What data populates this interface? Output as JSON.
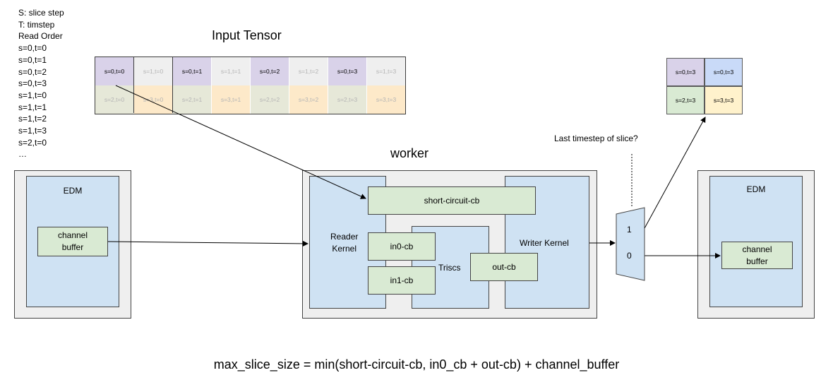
{
  "legend": {
    "lines": [
      "S: slice step",
      "T: timstep",
      "Read Order",
      "s=0,t=0",
      "s=0,t=1",
      "s=0,t=2",
      "s=0,t=3",
      "s=1,t=0",
      "s=1,t=1",
      "s=1,t=2",
      "s=1,t=3",
      "s=2,t=0",
      "…"
    ]
  },
  "input_tensor": {
    "title": "Input Tensor",
    "row1": [
      "s=0,t=0",
      "s=1,t=0",
      "s=0,t=1",
      "s=1,t=1",
      "s=0,t=2",
      "s=1,t=2",
      "s=0,t=3",
      "s=1,t=3"
    ],
    "row2": [
      "s=2,t=0",
      "s=3,t=0",
      "s=2,t=1",
      "s=3,t=1",
      "s=2,t=2",
      "s=3,t=2",
      "s=2,t=3",
      "s=3,t=3"
    ]
  },
  "output_tensor": {
    "cells": [
      "s=0,t=3",
      "s=0,t=3",
      "s=2,t=3",
      "s=3,t=3"
    ]
  },
  "colors": {
    "purple": "#d9d2e9",
    "gray": "#efefef",
    "olive": "#e6e8d8",
    "peach": "#fde9c9",
    "blue": "#cfe2f3",
    "green": "#d9ead3",
    "yellow": "#fff2cc"
  },
  "edm_left": {
    "title": "EDM",
    "buffer": "channel\nbuffer"
  },
  "worker": {
    "title": "worker",
    "short_circuit": "short-circuit-cb",
    "reader": "Reader\nKernel",
    "in0": "in0-cb",
    "in1": "in1-cb",
    "triscs": "Triscs",
    "out": "out-cb",
    "writer": "Writer Kernel"
  },
  "mux": {
    "question": "Last timestep of slice?",
    "one": "1",
    "zero": "0"
  },
  "edm_right": {
    "title": "EDM",
    "buffer": "channel\nbuffer"
  },
  "formula": "max_slice_size = min(short-circuit-cb, in0_cb + out-cb) + channel_buffer"
}
